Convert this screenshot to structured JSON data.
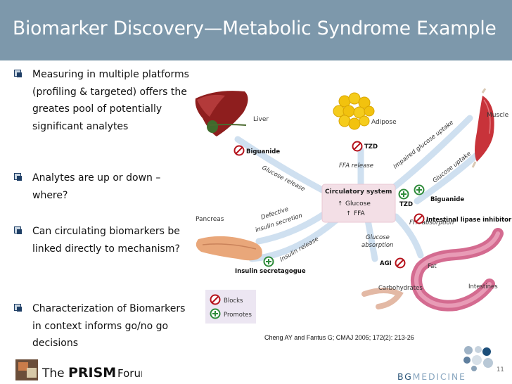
{
  "title": "Biomarker Discovery—Metabolic Syndrome Example",
  "bullets": [
    "Measuring in multiple platforms (profiling & targeted) offers the greates pool of potentially significant analytes",
    "Analytes are up or down – where?",
    "Can circulating biomarkers be linked directly to mechanism?",
    "Characterization of Biomarkers in context informs go/no go decisions"
  ],
  "diagram": {
    "organs": {
      "liver": "Liver",
      "adipose": "Adipose",
      "muscle": "Muscle",
      "pancreas": "Pancreas",
      "intestines": "Intestines",
      "fat": "Fat",
      "carbohydrates": "Carbohydrates"
    },
    "center": {
      "title": "Circulatory system",
      "glucose": "Glucose",
      "ffa": "FFA"
    },
    "flows": {
      "glucose_release": "Glucose release",
      "ffa_release": "FFA release",
      "impaired_uptake": "Impaired glucose uptake",
      "glucose_uptake": "Glucose uptake",
      "defective_secretion_1": "Defective",
      "defective_secretion_2": "insulin secretion",
      "insulin_release": "Insulin release",
      "glucose_absorption_1": "Glucose",
      "glucose_absorption_2": "absorption",
      "ffa_absorption": "FFA absorption"
    },
    "drugs": {
      "biguanide_liver": "Biguanide",
      "tzd_adipose": "TZD",
      "tzd_muscle": "TZD",
      "biguanide_muscle": "Biguanide",
      "intestinal_lipase_inhibitor": "Intestinal lipase inhibitor",
      "agi": "AGI",
      "insulin_secretagogue": "Insulin secretagogue"
    },
    "legend": {
      "blocks": "Blocks",
      "promotes": "Promotes"
    },
    "colors": {
      "blocks": "#b5121b",
      "promotes": "#2e8b3a",
      "center_box": "#f3dfe6",
      "arrow": "#cfe0f0"
    }
  },
  "citation": "Cheng AY and Fantus G; CMAJ 2005; 172(2): 213-26",
  "footer": {
    "prism_the": "The",
    "prism_name": "PRISM",
    "prism_forum": "Forum",
    "bg_part1": "BG",
    "bg_part2": "MEDICINE",
    "page_number": "11"
  }
}
